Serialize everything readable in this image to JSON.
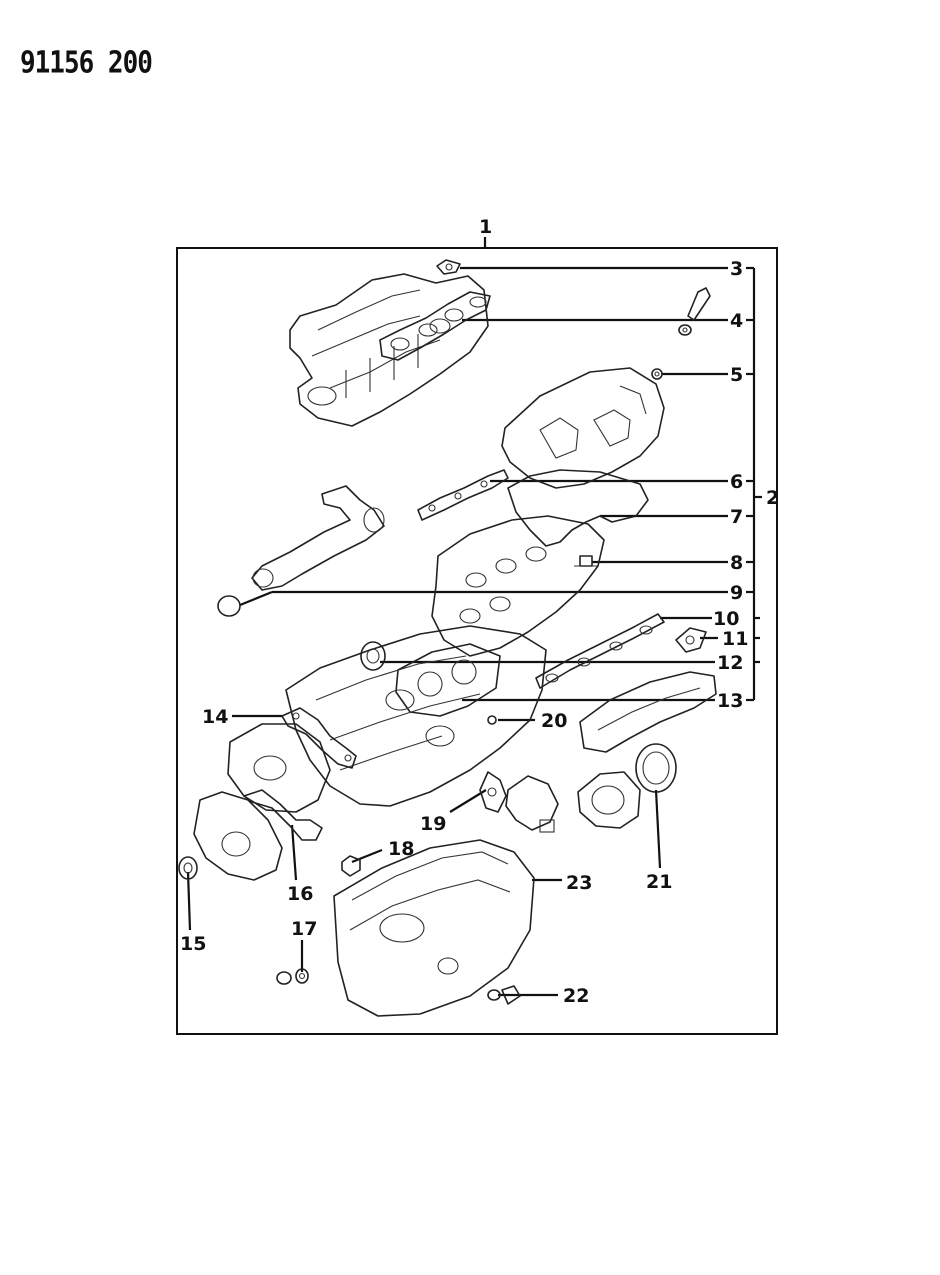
{
  "document": {
    "code": "91156 200"
  },
  "callouts": [
    {
      "id": "1",
      "text": "1"
    },
    {
      "id": "2",
      "text": "2"
    },
    {
      "id": "3",
      "text": "3"
    },
    {
      "id": "4",
      "text": "4"
    },
    {
      "id": "5",
      "text": "5"
    },
    {
      "id": "6",
      "text": "6"
    },
    {
      "id": "7",
      "text": "7"
    },
    {
      "id": "8",
      "text": "8"
    },
    {
      "id": "9",
      "text": "9"
    },
    {
      "id": "10",
      "text": "10"
    },
    {
      "id": "11",
      "text": "11"
    },
    {
      "id": "12",
      "text": "12"
    },
    {
      "id": "13",
      "text": "13"
    },
    {
      "id": "14",
      "text": "14"
    },
    {
      "id": "15",
      "text": "15"
    },
    {
      "id": "16",
      "text": "16"
    },
    {
      "id": "17",
      "text": "17"
    },
    {
      "id": "18",
      "text": "18"
    },
    {
      "id": "19",
      "text": "19"
    },
    {
      "id": "20",
      "text": "20"
    },
    {
      "id": "21",
      "text": "21"
    },
    {
      "id": "22",
      "text": "22"
    },
    {
      "id": "23",
      "text": "23"
    }
  ]
}
